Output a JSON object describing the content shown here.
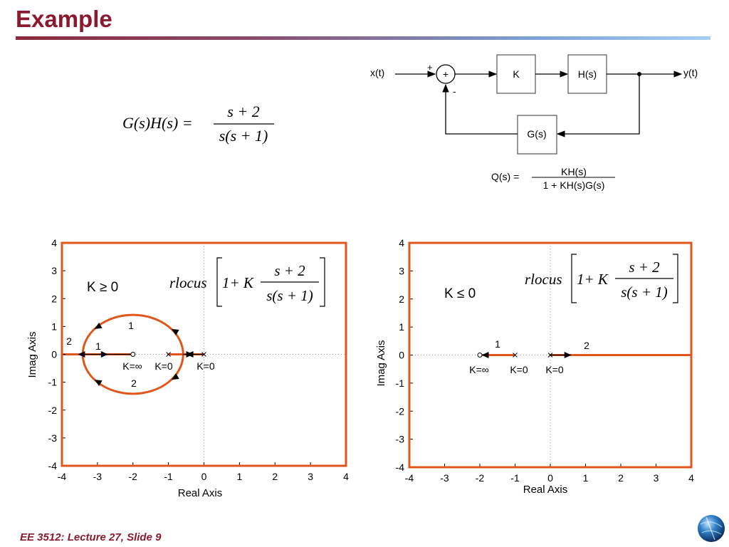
{
  "slide": {
    "title": "Example",
    "footer": "EE 3512: Lecture 27, Slide 9"
  },
  "transfer_function": {
    "lhs": "G(s)H(s) =",
    "numerator": "s + 2",
    "denominator": "s(s + 1)"
  },
  "block_diagram": {
    "input": "x(t)",
    "output": "y(t)",
    "plus_sign": "+",
    "minus_sign": "-",
    "summer": "+",
    "forward_gain": "K",
    "plant": "H(s)",
    "feedback": "G(s)",
    "closed_loop_lhs": "Q(s) =",
    "closed_loop_numerator": "KH(s)",
    "closed_loop_denominator": "1 + KH(s)G(s)"
  },
  "plots": [
    {
      "condition": "K ≥ 0",
      "formula_func": "rlocus",
      "formula_prefix": "1+ K",
      "formula_numerator": "s + 2",
      "formula_denominator": "s(s + 1)",
      "xlabel": "Real Axis",
      "ylabel": "Imag Axis",
      "branch_labels": [
        "1",
        "2",
        "1",
        "2"
      ],
      "gain_labels": [
        "K=∞",
        "K=0",
        "K=0"
      ]
    },
    {
      "condition": "K ≤ 0",
      "formula_func": "rlocus",
      "formula_prefix": "1+ K",
      "formula_numerator": "s + 2",
      "formula_denominator": "s(s + 1)",
      "xlabel": "Real Axis",
      "ylabel": "Imag Axis",
      "branch_labels": [
        "1",
        "2"
      ],
      "gain_labels": [
        "K=∞",
        "K=0",
        "K=0"
      ]
    }
  ],
  "chart_data": [
    {
      "type": "line",
      "title": "",
      "xlabel": "Real Axis",
      "ylabel": "Imag Axis",
      "xlim": [
        -4,
        4
      ],
      "ylim": [
        -4,
        4
      ],
      "xticks": [
        -4,
        -3,
        -2,
        -1,
        0,
        1,
        2,
        3,
        4
      ],
      "yticks": [
        -4,
        -3,
        -2,
        -1,
        0,
        1,
        2,
        3,
        4
      ],
      "grid": "dotted axes at 0",
      "zeros": [
        [
          -2,
          0
        ]
      ],
      "poles": [
        [
          -1,
          0
        ],
        [
          0,
          0
        ]
      ],
      "series": [
        {
          "kind": "circle",
          "center": [
            -2,
            0
          ],
          "radius": 1.414
        },
        {
          "kind": "segment",
          "from": [
            -2,
            0
          ],
          "to": [
            -3.414,
            0
          ]
        },
        {
          "kind": "segment",
          "from": [
            -3.414,
            0
          ],
          "to": [
            -4,
            0
          ]
        },
        {
          "kind": "segment",
          "from": [
            -1,
            0
          ],
          "to": [
            0,
            0
          ]
        }
      ],
      "line_color": "#e0561b"
    },
    {
      "type": "line",
      "title": "",
      "xlabel": "Real Axis",
      "ylabel": "Imag Axis",
      "xlim": [
        -4,
        4
      ],
      "ylim": [
        -4,
        4
      ],
      "xticks": [
        -4,
        -3,
        -2,
        -1,
        0,
        1,
        2,
        3,
        4
      ],
      "yticks": [
        -4,
        -3,
        -2,
        -1,
        0,
        1,
        2,
        3,
        4
      ],
      "grid": "dotted axes at 0",
      "zeros": [
        [
          -2,
          0
        ]
      ],
      "poles": [
        [
          -1,
          0
        ],
        [
          0,
          0
        ]
      ],
      "series": [
        {
          "kind": "segment",
          "from": [
            -1,
            0
          ],
          "to": [
            -2,
            0
          ]
        },
        {
          "kind": "segment",
          "from": [
            0,
            0
          ],
          "to": [
            4,
            0
          ]
        }
      ],
      "line_color": "#e0561b"
    }
  ]
}
